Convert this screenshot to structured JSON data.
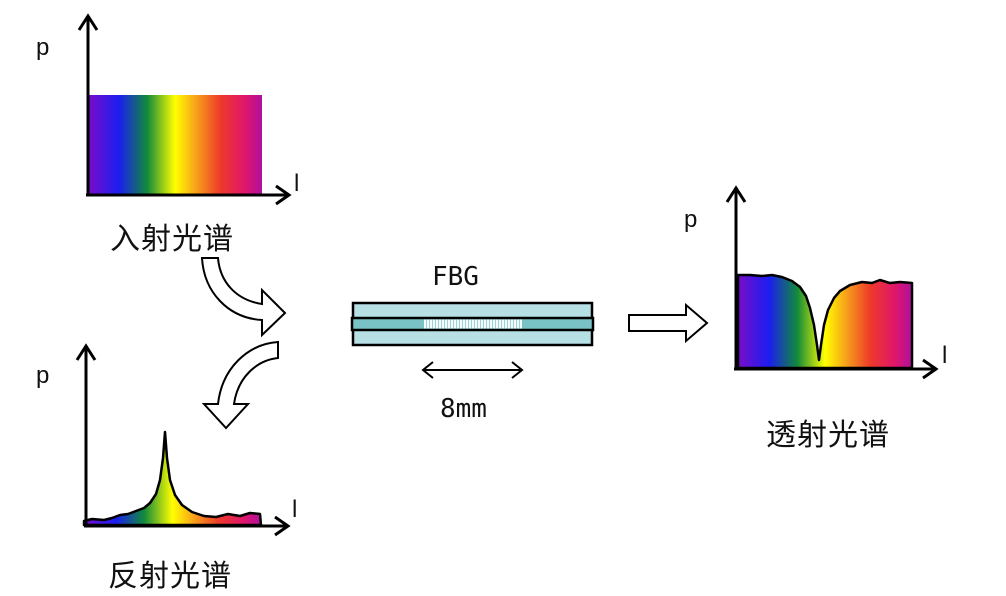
{
  "incident": {
    "title": "入射光谱",
    "y_axis": "p",
    "x_axis": "l",
    "shape": "flat"
  },
  "reflected": {
    "title": "反射光谱",
    "y_axis": "p",
    "x_axis": "l",
    "shape": "peak"
  },
  "transmitted": {
    "title": "透射光谱",
    "y_axis": "p",
    "x_axis": "l",
    "shape": "notch"
  },
  "fbg": {
    "label": "FBG",
    "grating_length": "8mm"
  },
  "colors": {
    "spectrum": [
      "#7a0cc8",
      "#1a1ef0",
      "#118a3a",
      "#ffff00",
      "#f7a21a",
      "#ee3a2a",
      "#e0166a",
      "#b0109e"
    ],
    "fiber_cladding": "#b6e0e4",
    "fiber_core": "#79c2c6",
    "grating": "#e8f6f8",
    "outline": "#000000"
  }
}
